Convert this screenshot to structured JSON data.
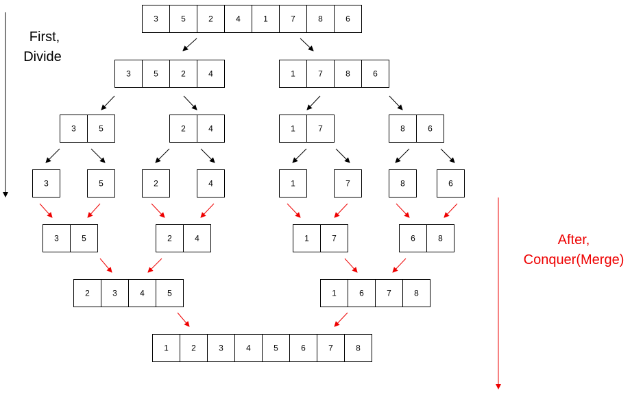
{
  "labels": {
    "divide_line1": "First,",
    "divide_line2": "Divide",
    "conquer_line1": "After,",
    "conquer_line2": "Conquer(Merge)"
  },
  "colors": {
    "divide": "#000000",
    "conquer": "#ee0000",
    "box_border": "#000000"
  },
  "arrays": [
    [
      "3",
      "5",
      "2",
      "4",
      "1",
      "7",
      "8",
      "6"
    ],
    [
      "3",
      "5",
      "2",
      "4"
    ],
    [
      "1",
      "7",
      "8",
      "6"
    ],
    [
      "3",
      "5"
    ],
    [
      "2",
      "4"
    ],
    [
      "1",
      "7"
    ],
    [
      "8",
      "6"
    ],
    [
      "3"
    ],
    [
      "5"
    ],
    [
      "2"
    ],
    [
      "4"
    ],
    [
      "1"
    ],
    [
      "7"
    ],
    [
      "8"
    ],
    [
      "6"
    ],
    [
      "3",
      "5"
    ],
    [
      "2",
      "4"
    ],
    [
      "1",
      "7"
    ],
    [
      "6",
      "8"
    ],
    [
      "2",
      "3",
      "4",
      "5"
    ],
    [
      "1",
      "6",
      "7",
      "8"
    ],
    [
      "1",
      "2",
      "3",
      "4",
      "5",
      "6",
      "7",
      "8"
    ]
  ]
}
